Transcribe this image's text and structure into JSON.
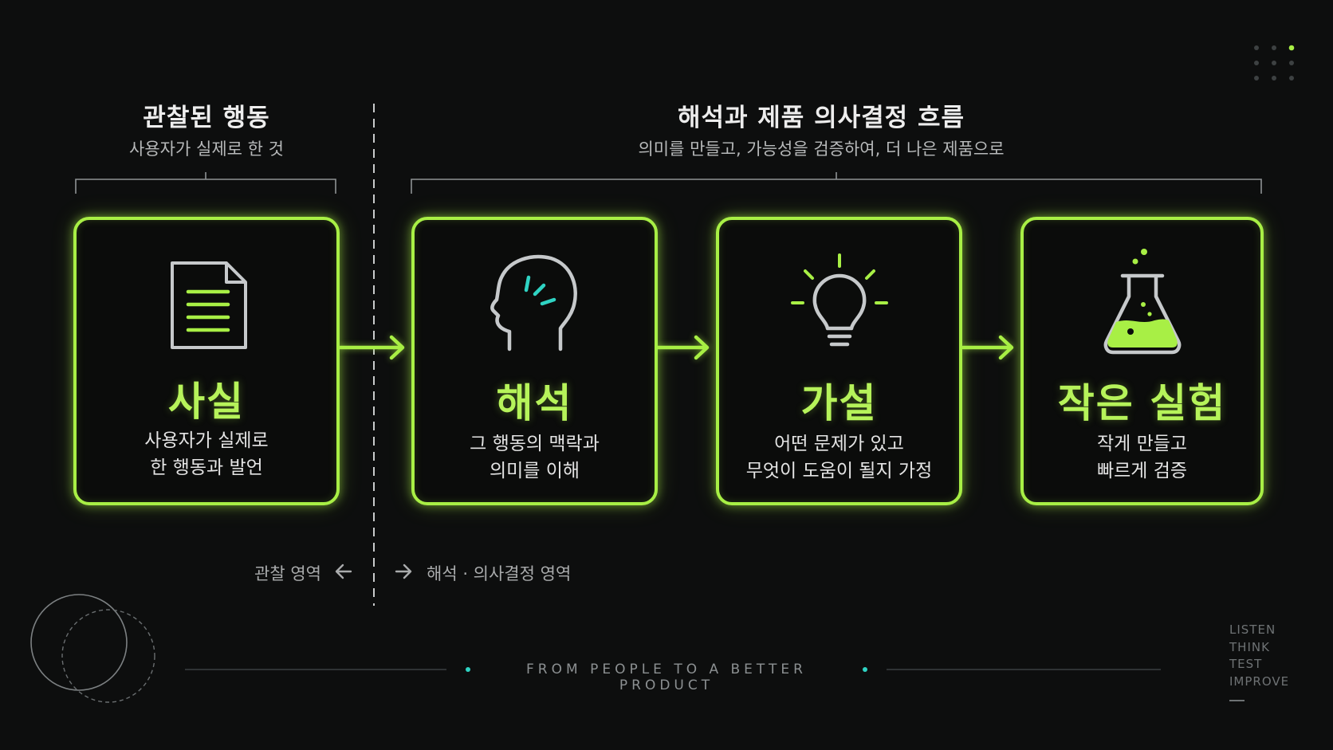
{
  "sections": {
    "observed": {
      "title": "관찰된 행동",
      "subtitle": "사용자가 실제로 한 것"
    },
    "interpretation": {
      "title": "해석과 제품 의사결정 흐름",
      "subtitle": "의미를 만들고, 가능성을 검증하여, 더 나은 제품으로"
    }
  },
  "steps": [
    {
      "title": "사실",
      "lines": [
        "사용자가 실제로",
        "한 행동과 발언"
      ],
      "icon": "document-icon"
    },
    {
      "title": "해석",
      "lines": [
        "그 행동의 맥락과",
        "의미를 이해"
      ],
      "icon": "head-thinking-icon"
    },
    {
      "title": "가설",
      "lines": [
        "어떤 문제가 있고",
        "무엇이 도움이 될지 가정"
      ],
      "icon": "lightbulb-icon"
    },
    {
      "title": "작은 실험",
      "lines": [
        "작게 만들고",
        "빠르게 검증"
      ],
      "icon": "flask-icon"
    }
  ],
  "regions": {
    "observation": "관찰 영역",
    "interpretation": "해석 · 의사결정 영역"
  },
  "footer": {
    "tagline": "FROM PEOPLE TO A BETTER PRODUCT"
  },
  "side_words": [
    "LISTEN",
    "THINK",
    "TEST",
    "IMPROVE"
  ],
  "colors": {
    "accent": "#a8ef45",
    "teal": "#2fd3c3",
    "background": "#0d0e0e"
  }
}
